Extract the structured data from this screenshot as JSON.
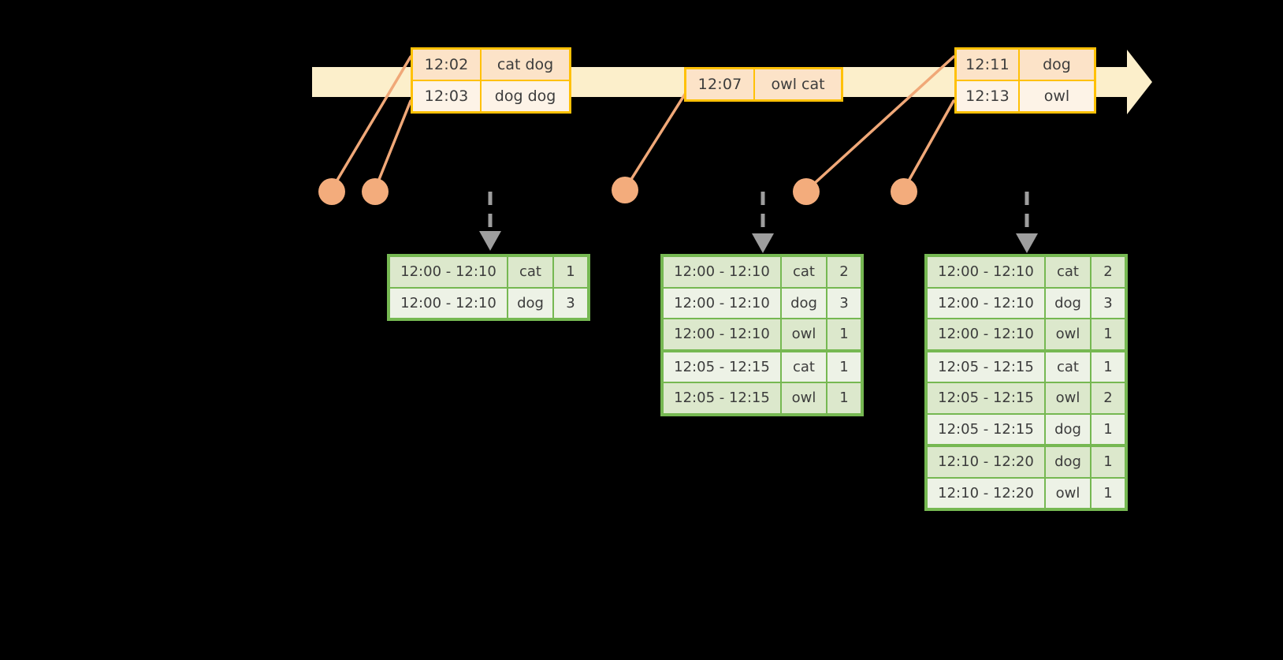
{
  "diagram": {
    "title": "windowed-aggregation-timeline",
    "colors": {
      "background": "#000000",
      "timeline_fill": "#FCEFCB",
      "event_border": "#FFC107",
      "event_fill_a": "#FCE3C8",
      "event_fill_b": "#FDF3E7",
      "table_border": "#76B852",
      "table_fill_a": "#DCE8CC",
      "table_fill_b": "#EDF2E6",
      "connector": "#F0A878",
      "dot": "#F3AC7C",
      "arrow": "#9E9E9E"
    }
  },
  "timeline": {
    "name": "event-timeline-arrow",
    "events": [
      {
        "group": "group-1",
        "rows": [
          {
            "time": "12:02",
            "words": "cat dog"
          },
          {
            "time": "12:03",
            "words": "dog dog"
          }
        ]
      },
      {
        "group": "group-2",
        "rows": [
          {
            "time": "12:07",
            "words": "owl cat"
          }
        ]
      },
      {
        "group": "group-3",
        "rows": [
          {
            "time": "12:11",
            "words": "dog"
          },
          {
            "time": "12:13",
            "words": "owl"
          }
        ]
      }
    ]
  },
  "results": [
    {
      "name": "result-table-1",
      "rows": [
        {
          "window": "12:00 - 12:10",
          "key": "cat",
          "count": "1"
        },
        {
          "window": "12:00 - 12:10",
          "key": "dog",
          "count": "3"
        }
      ]
    },
    {
      "name": "result-table-2",
      "rows": [
        {
          "window": "12:00 - 12:10",
          "key": "cat",
          "count": "2"
        },
        {
          "window": "12:00 - 12:10",
          "key": "dog",
          "count": "3"
        },
        {
          "window": "12:00 - 12:10",
          "key": "owl",
          "count": "1"
        },
        {
          "window": "12:05 - 12:15",
          "key": "cat",
          "count": "1"
        },
        {
          "window": "12:05 - 12:15",
          "key": "owl",
          "count": "1"
        }
      ]
    },
    {
      "name": "result-table-3",
      "rows": [
        {
          "window": "12:00 - 12:10",
          "key": "cat",
          "count": "2"
        },
        {
          "window": "12:00 - 12:10",
          "key": "dog",
          "count": "3"
        },
        {
          "window": "12:00 - 12:10",
          "key": "owl",
          "count": "1"
        },
        {
          "window": "12:05 - 12:15",
          "key": "cat",
          "count": "1"
        },
        {
          "window": "12:05 - 12:15",
          "key": "owl",
          "count": "2"
        },
        {
          "window": "12:05 - 12:15",
          "key": "dog",
          "count": "1"
        },
        {
          "window": "12:10 - 12:20",
          "key": "dog",
          "count": "1"
        },
        {
          "window": "12:10 - 12:20",
          "key": "owl",
          "count": "1"
        }
      ]
    }
  ]
}
